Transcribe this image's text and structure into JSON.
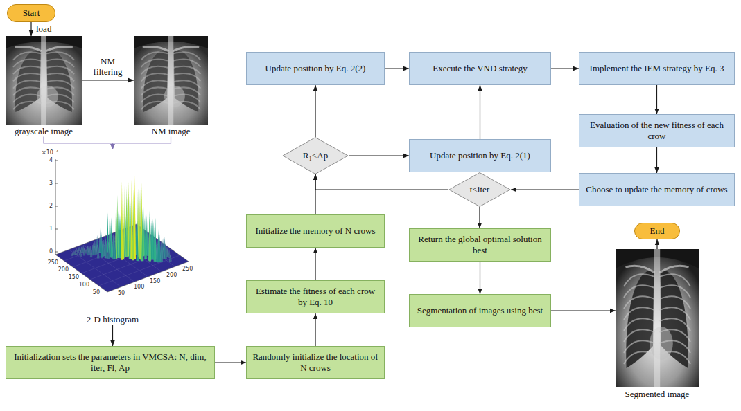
{
  "diagram": {
    "nodes": [
      {
        "text": [
          "Start"
        ]
      },
      {
        "text": [
          "grayscale image"
        ]
      },
      {
        "text": [
          "NM image"
        ]
      },
      {
        "text": [
          "2-D histogram"
        ]
      },
      {
        "text": [
          "Initialization sets the parameters in VMCSA: N, dim, iter, Fl, Ap"
        ]
      },
      {
        "text": [
          "Randomly initialize the location of N crows"
        ]
      },
      {
        "text": [
          "Estimate the fitness of each crow by Eq. 10"
        ]
      },
      {
        "text": [
          "Initialize the memory of N crows"
        ]
      },
      {
        "text": [
          "R₁<Ap"
        ]
      },
      {
        "text": [
          "Update position by Eq. 2(2)"
        ]
      },
      {
        "text": [
          "Update position by Eq. 2(1)"
        ]
      },
      {
        "text": [
          "Execute the VND strategy"
        ]
      },
      {
        "text": [
          "Implement the IEM strategy by Eq. 3"
        ]
      },
      {
        "text": [
          "Evaluation of the new fitness of each crow"
        ]
      },
      {
        "text": [
          "Choose to update the memory of crows"
        ]
      },
      {
        "text": [
          "t<iter"
        ]
      },
      {
        "text": [
          "Return the global optimal solution best"
        ]
      },
      {
        "text": [
          "Segmentation of images using best"
        ]
      },
      {
        "text": [
          "Segmented image"
        ]
      },
      {
        "text": [
          "End"
        ]
      }
    ],
    "edges": [
      {
        "from": 0,
        "to": 1,
        "label": "load",
        "arrow": "to"
      },
      {
        "from": 1,
        "to": 2,
        "label": "NM filtering",
        "arrow": "to"
      },
      {
        "from": 1,
        "to": 3,
        "arrow": "to"
      },
      {
        "from": 2,
        "to": 3,
        "arrow": "to"
      },
      {
        "from": 3,
        "to": 4,
        "arrow": "to"
      },
      {
        "from": 4,
        "to": 5,
        "arrow": "to"
      },
      {
        "from": 5,
        "to": 6,
        "arrow": "to"
      },
      {
        "from": 6,
        "to": 7,
        "arrow": "to"
      },
      {
        "from": 7,
        "to": 8,
        "arrow": "to"
      },
      {
        "from": 8,
        "to": 9,
        "arrow": "to"
      },
      {
        "from": 8,
        "to": 10,
        "arrow": "to"
      },
      {
        "from": 9,
        "to": 11,
        "arrow": "to"
      },
      {
        "from": 10,
        "to": 11,
        "arrow": "to"
      },
      {
        "from": 11,
        "to": 12,
        "arrow": "to"
      },
      {
        "from": 12,
        "to": 13,
        "arrow": "to"
      },
      {
        "from": 13,
        "to": 14,
        "arrow": "to"
      },
      {
        "from": 14,
        "to": 15,
        "arrow": "to"
      },
      {
        "from": 15,
        "to": 8,
        "arrow": "to"
      },
      {
        "from": 15,
        "to": 16,
        "arrow": "to"
      },
      {
        "from": 16,
        "to": 17,
        "arrow": "to"
      },
      {
        "from": 17,
        "to": 18,
        "arrow": "to"
      },
      {
        "from": 18,
        "to": 19,
        "arrow": "to"
      }
    ],
    "labels": [
      "×10⁻⁴",
      "4",
      "3",
      "2",
      "1",
      "0",
      "250",
      "200",
      "150",
      "100",
      "50",
      "50",
      "100",
      "150",
      "200",
      "250"
    ]
  }
}
